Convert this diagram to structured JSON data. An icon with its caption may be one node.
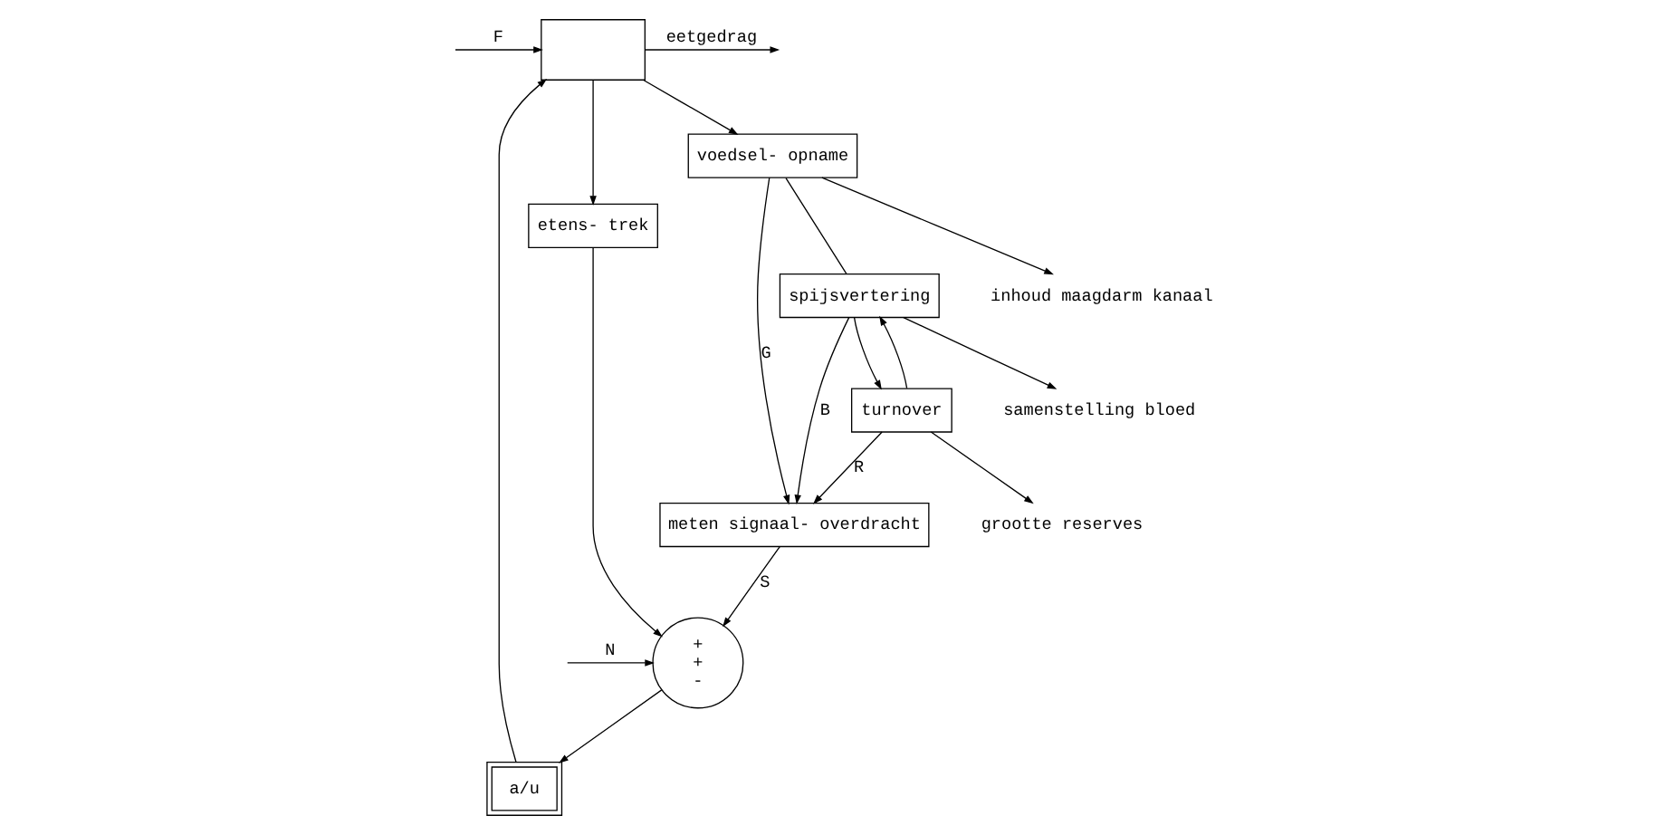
{
  "diagram": {
    "nodes": [
      {
        "text": [],
        "shape": "box"
      },
      {
        "text": [
          "a/u"
        ]
      },
      {
        "text": [
          "etens- trek"
        ]
      },
      {
        "text": [
          "voedsel- opname"
        ]
      },
      {
        "text": [
          "+",
          "+",
          "-"
        ]
      },
      {
        "text": [
          "inhoud maagdarm kanaal"
        ]
      },
      {
        "text": [
          "spijsvertering"
        ]
      },
      {
        "text": [
          "turnover"
        ]
      },
      {
        "text": [
          "samenstelling bloed"
        ]
      },
      {
        "text": [
          "meten signaal- overdracht"
        ]
      },
      {
        "text": [
          "grootte reserves"
        ]
      }
    ],
    "edges": [
      {
        "from": 0,
        "to": null,
        "arrow": "to",
        "label": "eetgedrag"
      },
      {
        "from": null,
        "to": 0,
        "arrow": "to",
        "label": "F"
      },
      {
        "from": 0,
        "to": 2,
        "arrow": "to"
      },
      {
        "from": 0,
        "to": 3,
        "arrow": "to"
      },
      {
        "from": 1,
        "to": 0,
        "arrow": "to"
      },
      {
        "from": 4,
        "to": 1,
        "arrow": "to"
      },
      {
        "from": null,
        "to": 4,
        "arrow": "to",
        "label": "N"
      },
      {
        "from": 2,
        "to": 4,
        "arrow": "to"
      },
      {
        "from": 3,
        "to": 5,
        "arrow": "to"
      },
      {
        "from": 3,
        "to": 6,
        "arrow": "none"
      },
      {
        "from": 3,
        "to": 9,
        "arrow": "to",
        "label": "G"
      },
      {
        "from": 6,
        "to": 7,
        "arrow": "to"
      },
      {
        "from": 7,
        "to": 6,
        "arrow": "to"
      },
      {
        "from": 6,
        "to": 8,
        "arrow": "to"
      },
      {
        "from": 6,
        "to": 9,
        "arrow": "to",
        "label": "B"
      },
      {
        "from": 7,
        "to": 10,
        "arrow": "to"
      },
      {
        "from": 7,
        "to": 9,
        "arrow": "to",
        "label": "R"
      },
      {
        "from": 9,
        "to": 4,
        "arrow": "to",
        "label": "S"
      }
    ]
  }
}
